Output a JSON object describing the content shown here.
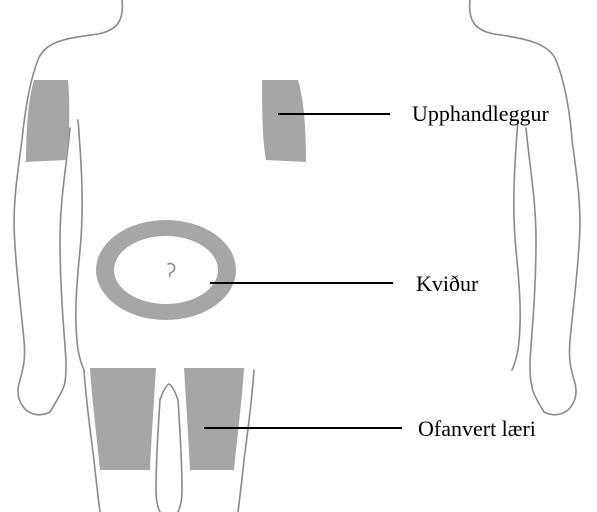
{
  "labels": {
    "upper_arm": "Upphandleggur",
    "abdomen": "Kviður",
    "thigh": "Ofanvert læri"
  },
  "colors": {
    "zone_fill": "#a6a6a6",
    "outline": "#8a8a8a",
    "leader_line": "#000000",
    "background": "#ffffff"
  }
}
